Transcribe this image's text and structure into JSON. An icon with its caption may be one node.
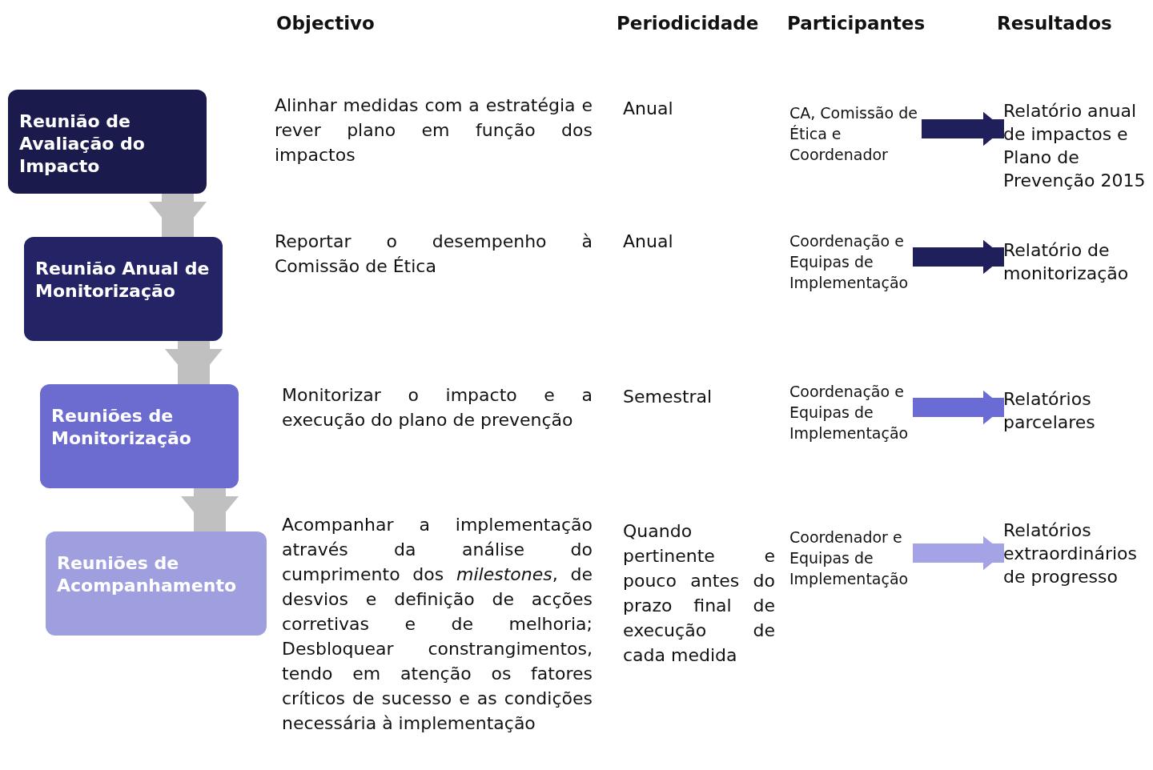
{
  "diagram": {
    "nodes": [
      {
        "text": [
          "Reunião de Avaliação do Impacto"
        ]
      },
      {
        "text": [
          "Reunião Anual de Monitorização"
        ]
      },
      {
        "text": [
          "Reuniões de Monitorização"
        ]
      },
      {
        "text": [
          "Reuniões de Acompanhamento"
        ]
      },
      {
        "text": [
          "CA, Comissão de Ética e Coordenador"
        ]
      },
      {
        "text": [
          "Relatório anual de impactos e Plano de Prevenção 2015"
        ]
      },
      {
        "text": [
          "Coordenação e Equipas de Implementação"
        ]
      },
      {
        "text": [
          "Relatório de monitorização"
        ]
      },
      {
        "text": [
          "Coordenação e Equipas de Implementação"
        ]
      },
      {
        "text": [
          "Relatórios parcelares"
        ]
      },
      {
        "text": [
          "Coordenador e Equipas de Implementação"
        ]
      },
      {
        "text": [
          "Relatórios extraordinários de progresso"
        ]
      }
    ],
    "edges": [
      {
        "from": 0,
        "to": 1,
        "arrow": "to"
      },
      {
        "from": 1,
        "to": 2,
        "arrow": "to"
      },
      {
        "from": 2,
        "to": 3,
        "arrow": "to"
      },
      {
        "from": 4,
        "to": 5,
        "arrow": "to",
        "color": "#1f1f5c"
      },
      {
        "from": 6,
        "to": 7,
        "arrow": "to",
        "color": "#1f1f5c"
      },
      {
        "from": 8,
        "to": 9,
        "arrow": "to",
        "color": "#6b6bd6"
      },
      {
        "from": 10,
        "to": 11,
        "arrow": "to",
        "color": "#a3a3e6"
      }
    ],
    "labels": [
      "Objectivo",
      "Periodicidade",
      "Participantes",
      "Resultados",
      "Alinhar medidas com a estratégia e rever plano em função dos impactos",
      "Anual",
      "Reportar o desempenho à Comissão de Ética",
      "Anual",
      "Monitorizar o impacto e a execução do plano de prevenção",
      "Semestral",
      "Acompanhar a implementação através da análise do cumprimento dos *milestones*, de desvios e definição de acções corretivas e de melhoria; Desbloquear constrangimentos, tendo em atenção os fatores críticos de sucesso e as condições necessária à implementação",
      "Quando pertinente e pouco antes do prazo final de execução de cada medida"
    ]
  }
}
